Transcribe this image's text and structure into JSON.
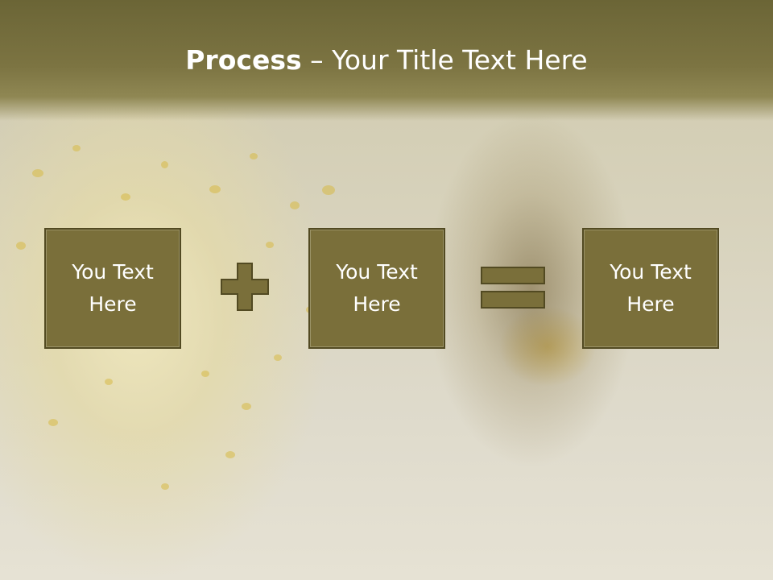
{
  "title": {
    "bold": "Process",
    "rest": " – Your Title Text Here"
  },
  "boxes": [
    {
      "line1": "You Text",
      "line2": "Here"
    },
    {
      "line1": "You Text",
      "line2": "Here"
    },
    {
      "line1": "You Text",
      "line2": "Here"
    }
  ],
  "operators": [
    "plus-icon",
    "equals-icon"
  ],
  "colors": {
    "box_fill": "#7a6f3a",
    "box_border": "#524a22",
    "header": "#6b6536",
    "text": "#ffffff"
  }
}
